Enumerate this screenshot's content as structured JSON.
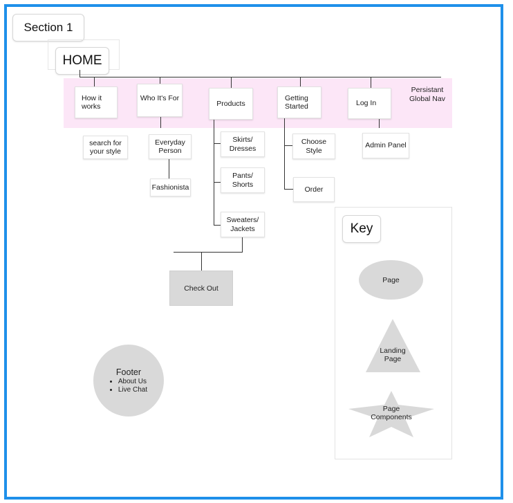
{
  "section": {
    "label": "Section 1"
  },
  "home": {
    "label": "HOME"
  },
  "nav": {
    "note": "Persistant Global Nav",
    "items": [
      {
        "label": "How it works"
      },
      {
        "label": "Who It's For"
      },
      {
        "label": "Products"
      },
      {
        "label": "Getting Started"
      },
      {
        "label": "Log In"
      }
    ]
  },
  "children": {
    "how_it_works": [
      "search for your style"
    ],
    "who_its_for": [
      "Everyday Person",
      "Fashionista"
    ],
    "products": [
      "Skirts/ Dresses",
      "Pants/ Shorts",
      "Sweaters/ Jackets"
    ],
    "getting_started": [
      "Choose Style",
      "Order"
    ],
    "log_in": [
      "Admin Panel"
    ]
  },
  "checkout": {
    "label": "Check Out"
  },
  "footer": {
    "title": "Footer",
    "items": [
      "About Us",
      "Live Chat"
    ]
  },
  "key": {
    "title": "Key",
    "page": "Page",
    "landing_page": "Landing Page",
    "page_components": "Page Components"
  },
  "colors": {
    "frame": "#1e90ea",
    "nav_band": "#fce6f7",
    "shape_fill": "#d9d9d9"
  }
}
